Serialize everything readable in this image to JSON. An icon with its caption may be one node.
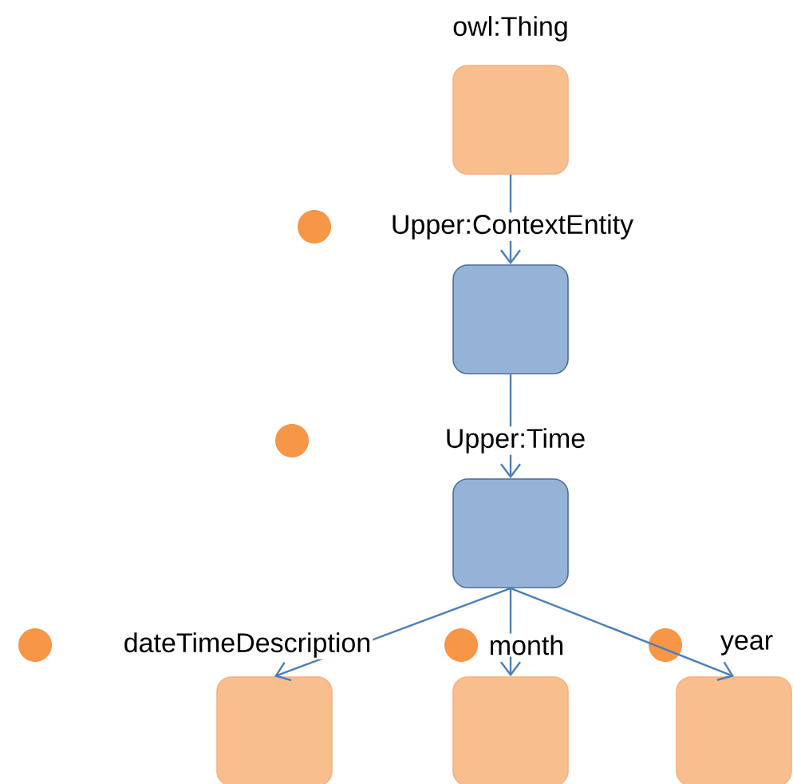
{
  "diagram": {
    "nodes": [
      {
        "text": [
          "owl:Thing"
        ]
      },
      {
        "text": [
          "Upper:ContextEntity"
        ]
      },
      {
        "text": [
          "Upper:Time"
        ]
      },
      {
        "text": [
          "dateTimeDescription"
        ]
      },
      {
        "text": [
          "month"
        ]
      },
      {
        "text": [
          "year"
        ]
      }
    ],
    "edges": [
      {
        "from": 0,
        "to": 1,
        "arrow": "to"
      },
      {
        "from": 1,
        "to": 2,
        "arrow": "to"
      },
      {
        "from": 2,
        "to": 3,
        "arrow": "to"
      },
      {
        "from": 2,
        "to": 4,
        "arrow": "to"
      },
      {
        "from": 2,
        "to": 5,
        "arrow": "to"
      }
    ]
  }
}
